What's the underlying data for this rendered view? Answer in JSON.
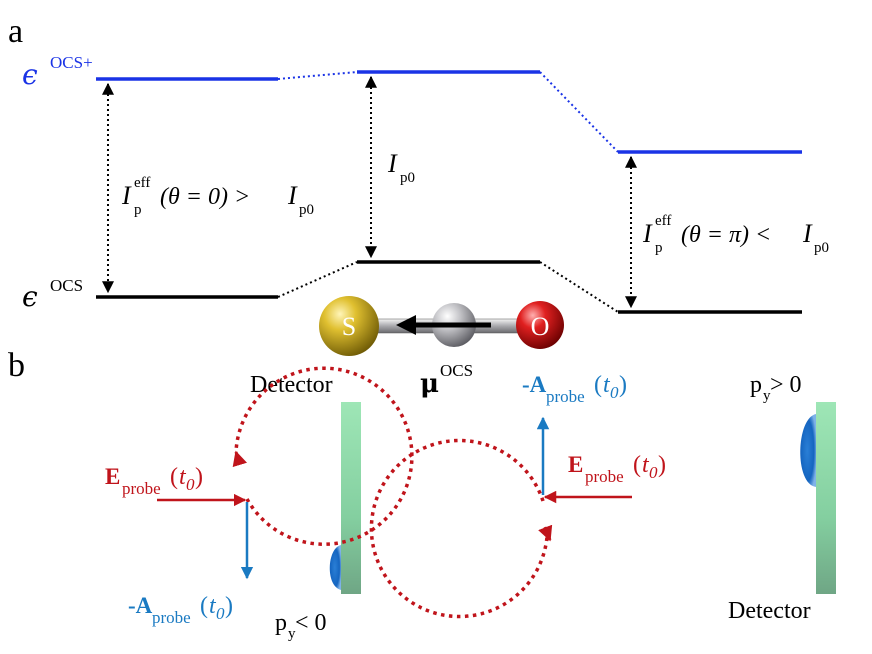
{
  "panel_a": {
    "label": "a",
    "eps_cation_sym": "ϵ",
    "eps_cation_sup": "OCS+",
    "eps_neutral_sym": "ϵ",
    "eps_neutral_sup": "OCS",
    "left_gap": {
      "I": "I",
      "sub": "p",
      "sup": "eff",
      "arg": "(θ = 0) > ",
      "I2": "I",
      "sub2": "p0"
    },
    "center_gap": {
      "I": "I",
      "sub": "p0"
    },
    "right_gap": {
      "I": "I",
      "sub": "p",
      "sup": "eff",
      "arg": "(θ = π) < ",
      "I2": "I",
      "sub2": "p0"
    },
    "atom_s": "S",
    "atom_o": "O",
    "mu_sym": "μ",
    "mu_sup": "OCS"
  },
  "panel_b": {
    "label": "b",
    "detector": "Detector",
    "left": {
      "e_main": "E",
      "e_sub": "probe",
      "e_arg_open": "(",
      "e_arg_t": "t",
      "e_arg_sub": "0",
      "e_arg_close": ")",
      "a_main": "-A",
      "a_sub": "probe",
      "a_arg_open": "(",
      "a_arg_t": "t",
      "a_arg_sub": "0",
      "a_arg_close": ")",
      "p_main": "p",
      "p_sub": "y",
      "p_rel": " < 0"
    },
    "right": {
      "e_main": "E",
      "e_sub": "probe",
      "e_arg_open": "(",
      "e_arg_t": "t",
      "e_arg_sub": "0",
      "e_arg_close": ")",
      "a_main": "-A",
      "a_sub": "probe",
      "a_arg_open": "(",
      "a_arg_t": "t",
      "a_arg_sub": "0",
      "a_arg_close": ")",
      "p_main": "p",
      "p_sub": "y",
      "p_rel": " > 0"
    }
  },
  "colors": {
    "cation_level": "#1a33e6",
    "neutral_level": "#000000",
    "field_red": "#c0141b",
    "vector_blue": "#1a7ac2",
    "detector_green": "#8fd9a8",
    "sulfur": "#c9a820",
    "oxygen": "#d81818",
    "carbon": "#b8b8bc"
  }
}
